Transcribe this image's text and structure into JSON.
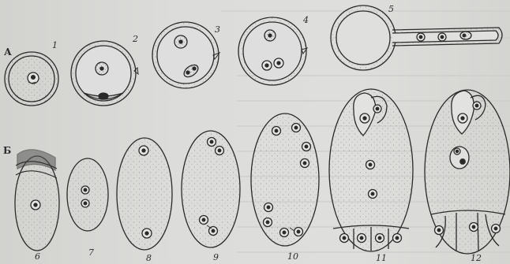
{
  "figure": {
    "series_labels": {
      "a": "А",
      "b": "Б"
    },
    "stage_labels": [
      "1",
      "2",
      "3",
      "4",
      "5",
      "6",
      "7",
      "8",
      "9",
      "10",
      "11",
      "12"
    ]
  },
  "colors": {
    "ink": "#2a2a2a",
    "paper": "#dcdcda",
    "stipple": "#9a9a98"
  }
}
